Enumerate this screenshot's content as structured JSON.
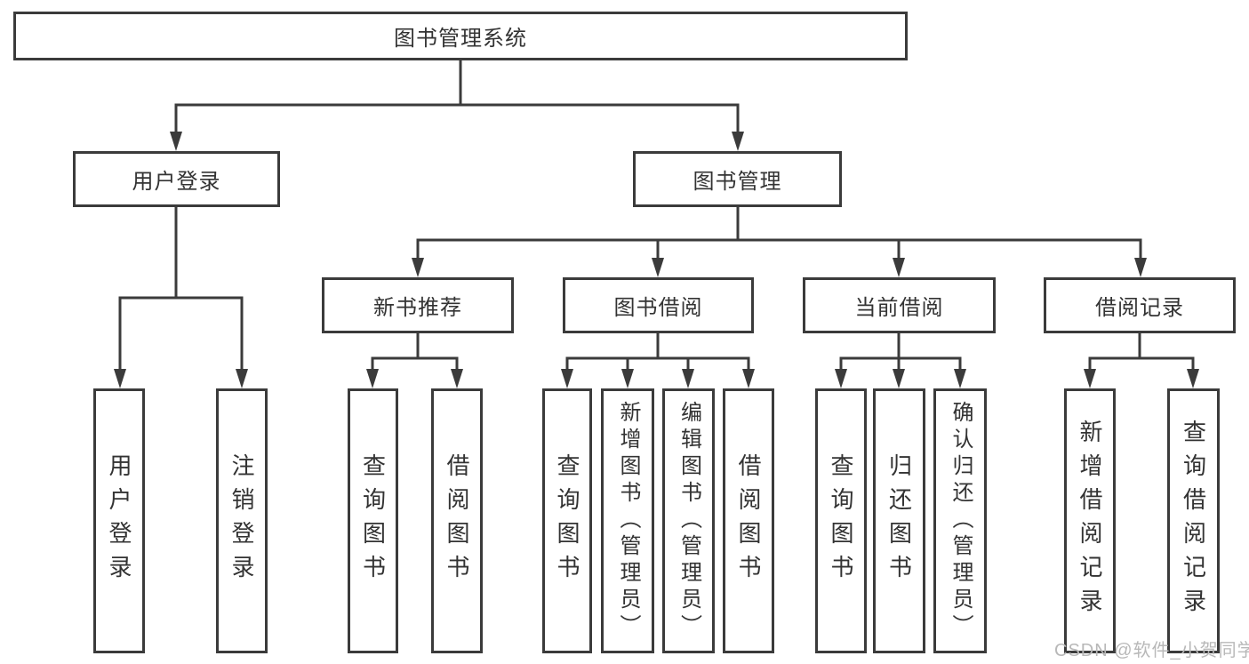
{
  "diagram_title": "图书管理系统",
  "nodes": {
    "root": "图书管理系统",
    "user_login": "用户登录",
    "book_mgmt": "图书管理",
    "new_book_rec": "新书推荐",
    "book_borrow": "图书借阅",
    "current_borrow": "当前借阅",
    "borrow_record": "借阅记录",
    "login": "用户登录",
    "logout": "注销登录",
    "rec_query_book": "查询图书",
    "rec_borrow_book": "借阅图书",
    "bb_query_book": "查询图书",
    "bb_add_book": "新增图书（管理员）",
    "bb_edit_book": "编辑图书（管理员）",
    "bb_borrow_book": "借阅图书",
    "cb_query_book": "查询图书",
    "cb_return_book": "归还图书",
    "cb_confirm_return": "确认归还（管理员）",
    "br_add_record": "新增借阅记录",
    "br_query_record": "查询借阅记录"
  },
  "hierarchy": {
    "图书管理系统": {
      "用户登录": [
        "用户登录",
        "注销登录"
      ],
      "图书管理": {
        "新书推荐": [
          "查询图书",
          "借阅图书"
        ],
        "图书借阅": [
          "查询图书",
          "新增图书（管理员）",
          "编辑图书（管理员）",
          "借阅图书"
        ],
        "当前借阅": [
          "查询图书",
          "归还图书",
          "确认归还（管理员）"
        ],
        "借阅记录": [
          "新增借阅记录",
          "查询借阅记录"
        ]
      }
    }
  },
  "watermark": {
    "text": "CSDN @软件_小贺同学"
  },
  "colors": {
    "line": "#3b3b3b",
    "box_border": "#3b3b3b",
    "box_fill": "#ffffff",
    "text": "#333333",
    "background": "#ffffff",
    "watermark": "#b8b8b8"
  }
}
